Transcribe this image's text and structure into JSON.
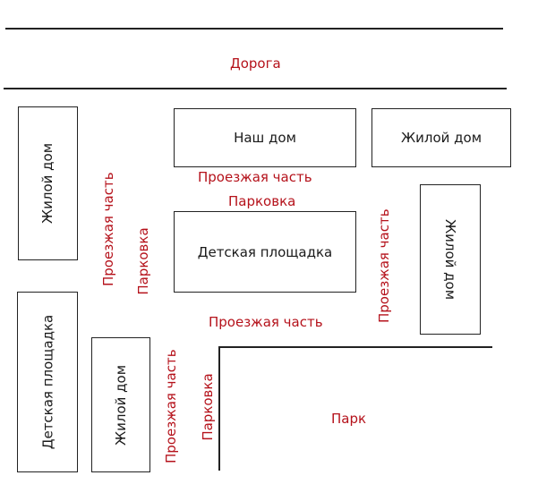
{
  "colors": {
    "label": "#b5121b",
    "lines": "#222222",
    "text": "#1a1a1a"
  },
  "road": "Дорога",
  "buildings": {
    "our_house": "Наш дом",
    "residential_top_right": "Жилой дом",
    "residential_left": "Жилой дом",
    "residential_right": "Жилой дом",
    "residential_bottom_left": "Жилой дом",
    "playground_center": "Детская площадка",
    "playground_left": "Детская площадка"
  },
  "labels": {
    "driveway_top": "Проезжая часть",
    "parking_top": "Парковка",
    "driveway_left": "Проезжая часть",
    "parking_left": "Парковка",
    "driveway_middle": "Проезжая часть",
    "driveway_right": "Проезжая часть",
    "driveway_bottom": "Проезжая часть",
    "parking_bottom": "Парковка",
    "park": "Парк"
  }
}
